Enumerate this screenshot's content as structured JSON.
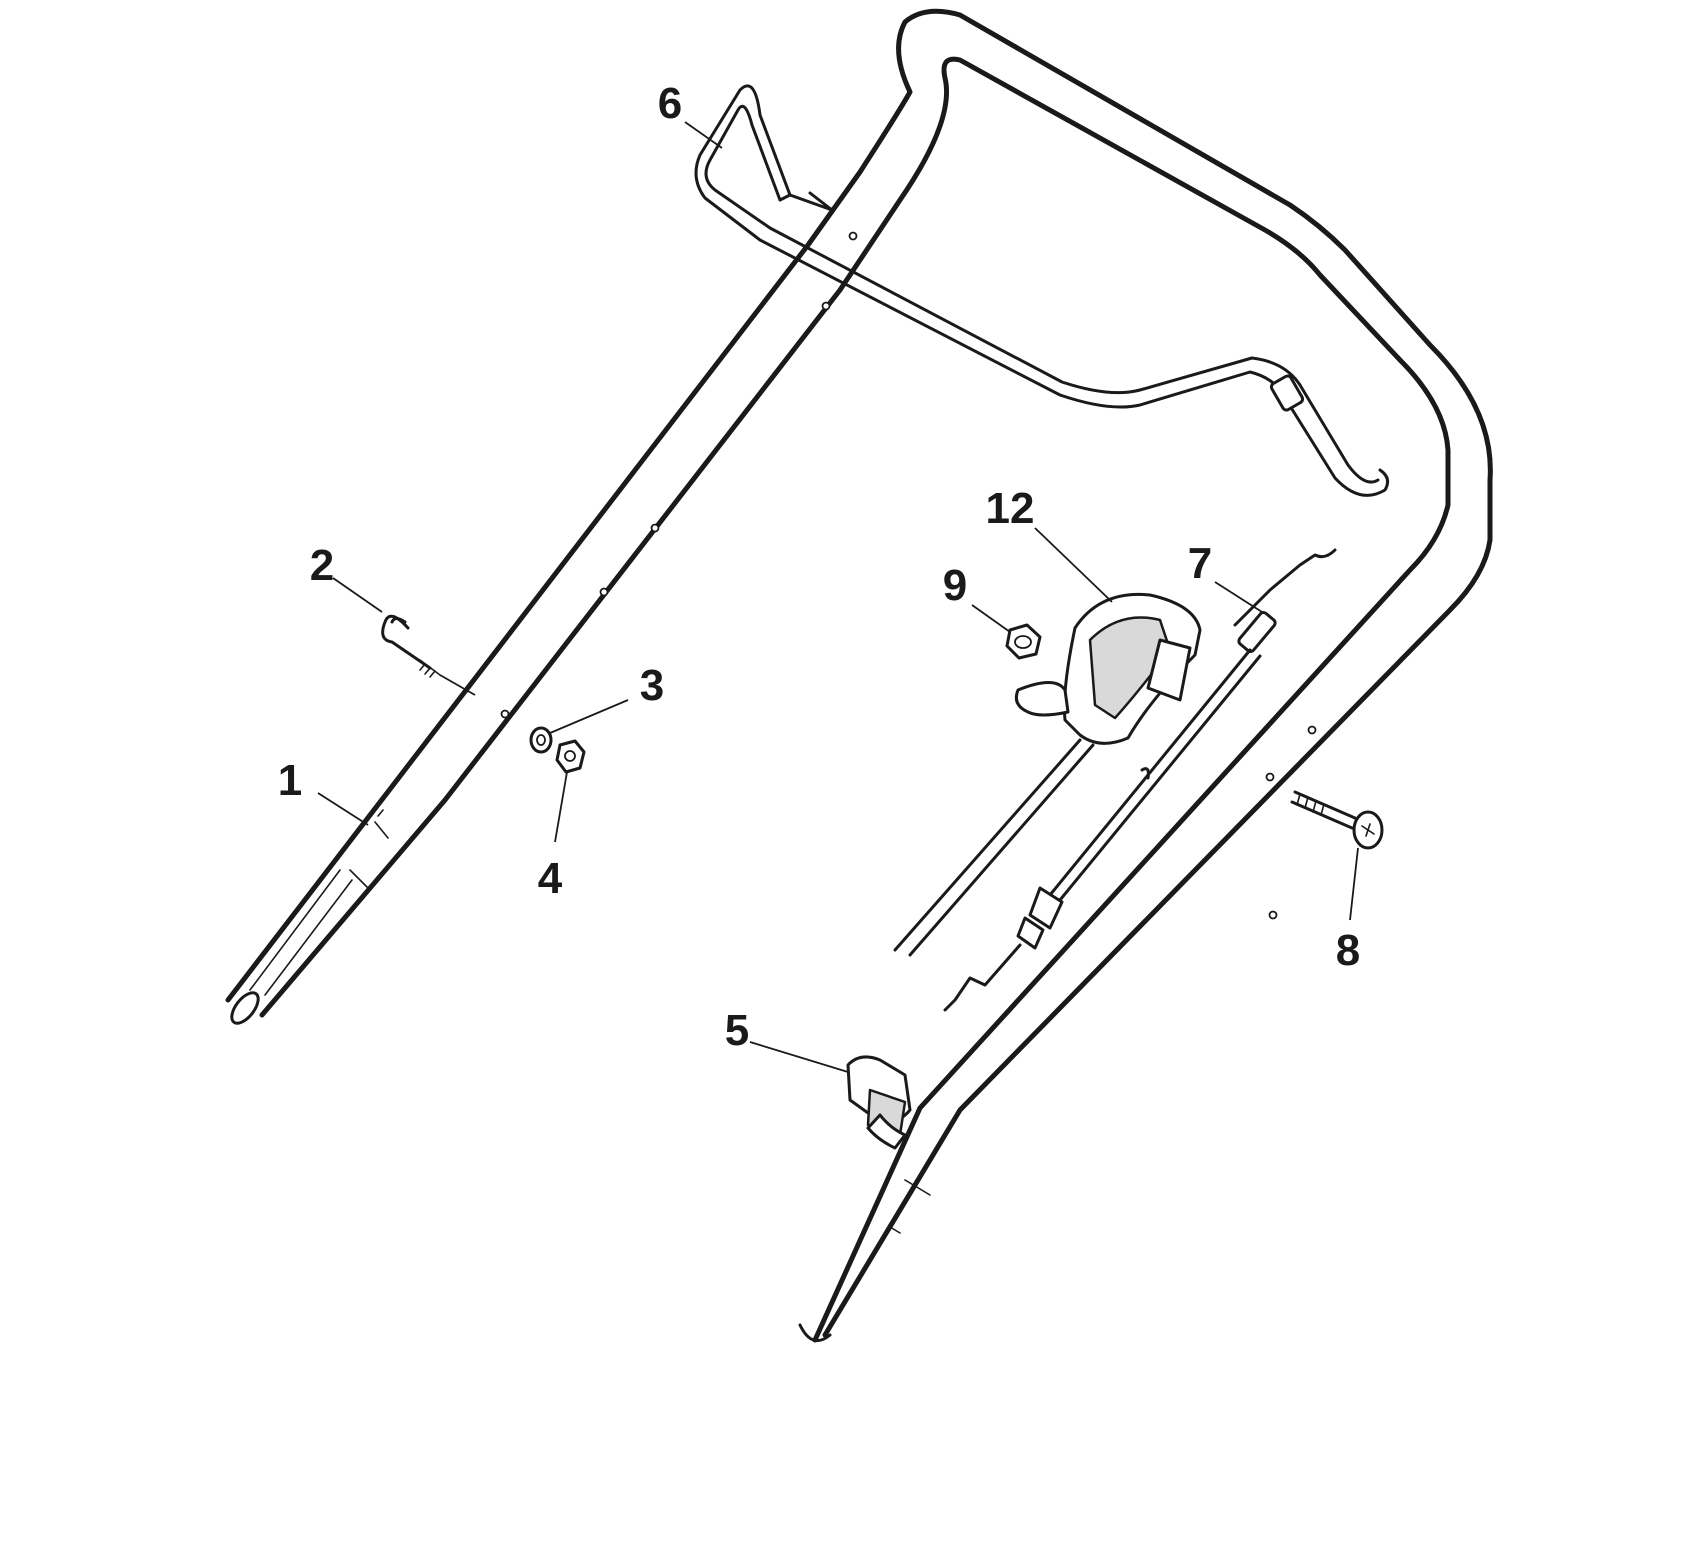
{
  "callouts": [
    {
      "id": "1",
      "label": "1"
    },
    {
      "id": "2",
      "label": "2"
    },
    {
      "id": "3",
      "label": "3"
    },
    {
      "id": "4",
      "label": "4"
    },
    {
      "id": "5",
      "label": "5"
    },
    {
      "id": "6",
      "label": "6"
    },
    {
      "id": "7",
      "label": "7"
    },
    {
      "id": "8",
      "label": "8"
    },
    {
      "id": "9",
      "label": "9"
    },
    {
      "id": "12",
      "label": "12"
    }
  ]
}
